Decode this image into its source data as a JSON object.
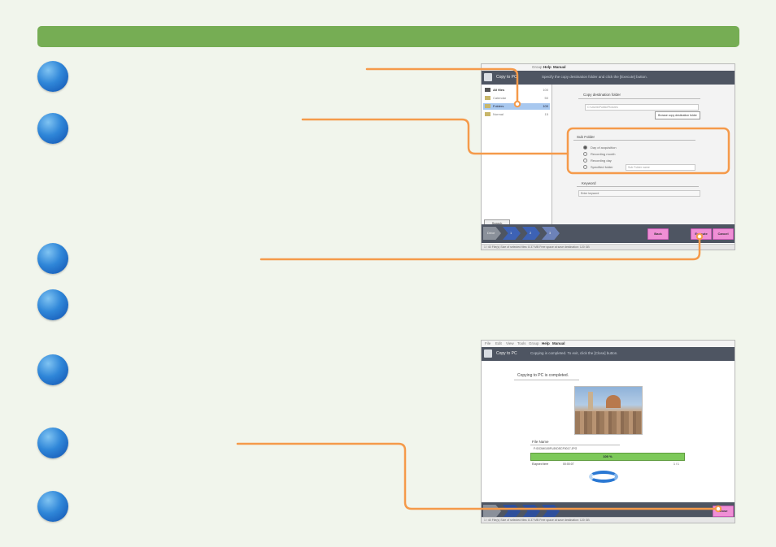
{
  "icons": {
    "step_markers": "step-marker-icon",
    "app_logo": "app-logo-icon",
    "folder": "folder-icon",
    "spinner": "loading-spinner-icon",
    "thumbnail": "image-thumbnail-icon"
  },
  "colors": {
    "header_bar": "#76ad54",
    "callout_line": "#f59a4a",
    "step_marker": "#2f86d8",
    "app_titlebar": "#4e5562",
    "nav_button": "#ef8fd5",
    "selection": "#a8c8ef",
    "progress_fill": "#7dc95a"
  },
  "shot1": {
    "menu": [
      "Group",
      "Help",
      "Manual"
    ],
    "title": "Copy to PC",
    "instruction": "Specify the copy destination folder and click the [Execute] button.",
    "tree": [
      {
        "name": "All files",
        "count": "100"
      },
      {
        "name": "Calendar",
        "count": "50"
      },
      {
        "name": "Folders",
        "count": "100"
      },
      {
        "name": "Normal",
        "count": "15"
      }
    ],
    "search_label": "Search",
    "copy_dest_title": "Copy destination folder",
    "copy_dest_path": "C:\\Users\\Public\\Pictures",
    "browse_label": "Browse copy destination folder",
    "subfolder_title": "Sub Folder",
    "subfolder_options": [
      "Day of acquisition",
      "Recording month",
      "Recording day",
      "Specified folder"
    ],
    "subfolder_name_placeholder": "Sub Folder name",
    "keyword_title": "Keyword",
    "keyword_placeholder": "Enter keyword",
    "steps": [
      "Drive",
      "1",
      "2",
      "3"
    ],
    "back_label": "Back",
    "execute_label": "Execute",
    "cancel_label": "Cancel",
    "status": "1 / 40 File(s)  Size of selected files: 8.37 MB  Free space at save destination: 120 GB"
  },
  "shot2": {
    "menu": [
      "File",
      "Edit",
      "View",
      "Tools",
      "Group",
      "Help",
      "Manual"
    ],
    "title": "Copy to PC",
    "instruction": "Copying is completed. To exit, click the [Close] button.",
    "completed_text": "Copying to PC is completed.",
    "file_name_label": "File Name",
    "file_path": "F:\\DCIM\\100FUJI\\DSCF0017.JPG",
    "progress_percent": 100,
    "progress_text": "100 %",
    "elapsed_label": "Elapsed time",
    "elapsed_value": "00:00:07",
    "count_value": "1 / 1",
    "close_label": "Close",
    "status": "1 / 40 File(s)  Size of selected files: 8.37 MB  Free space at save destination: 120 GB"
  }
}
